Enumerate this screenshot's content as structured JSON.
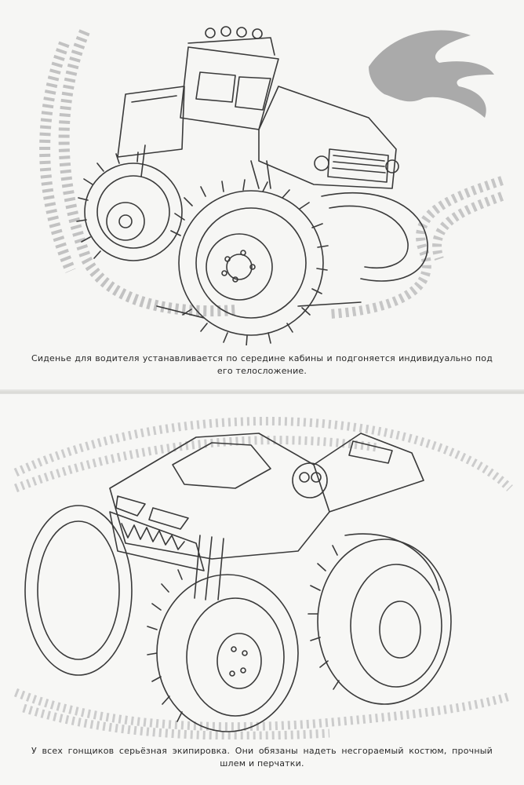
{
  "pages": [
    {
      "caption": "Сиденье для водителя устанавливается по середине кабины и подгоняется индивидуально под его телосложение."
    },
    {
      "caption": "У всех гонщиков серьёзная экипировка. Они обязаны надеть несгораемый костюм, прочный шлем и перчатки."
    }
  ],
  "colors": {
    "paper": "#f6f6f4",
    "ink": "#333333",
    "tire_track": "#bdbdbd",
    "flame": "#a9a9a9"
  },
  "icons": [
    "monster-truck-illustration",
    "flame-decoration",
    "tire-track-decoration",
    "monster-truck-illustration-2"
  ]
}
